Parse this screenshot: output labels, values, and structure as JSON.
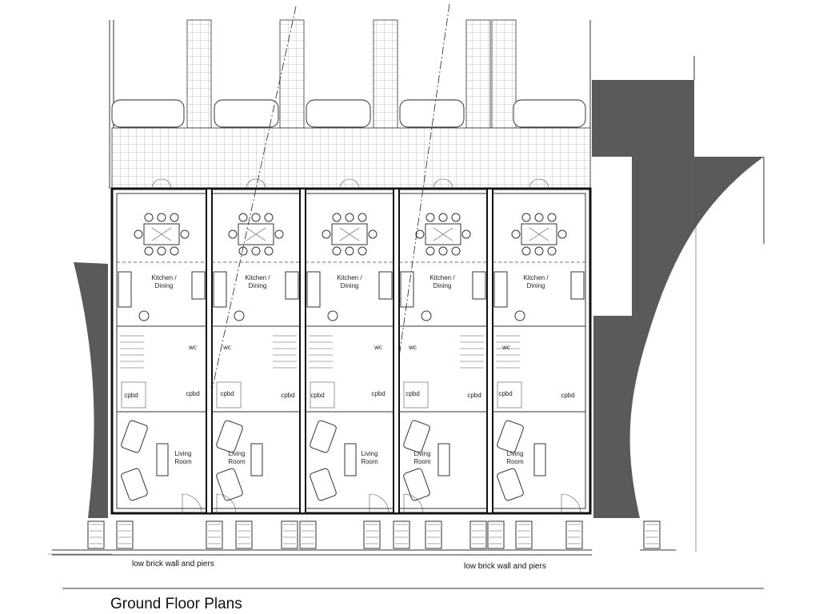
{
  "plan": {
    "title": "Ground Floor Plans",
    "rooms": {
      "kitchen_line1": "Kitchen /",
      "kitchen_line2": "Dining",
      "wc": "wc",
      "cpbd": "cpbd",
      "living_line1": "Living",
      "living_line2": "Room"
    },
    "notes": {
      "left": "low brick wall and piers",
      "right": "low brick wall and piers"
    }
  }
}
